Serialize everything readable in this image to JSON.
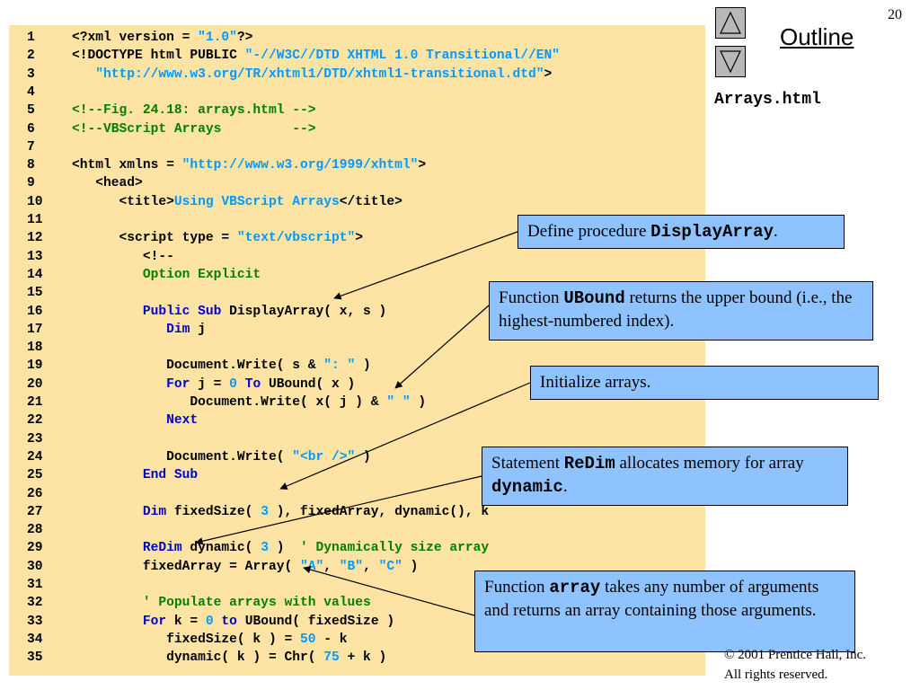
{
  "page_number": "20",
  "outline_label": "Outline",
  "file_name": "Arrays.html",
  "code_lines": [
    {
      "n": "1",
      "segs": [
        {
          "c": "k",
          "t": "<?xml version = "
        },
        {
          "c": "s",
          "t": "\"1.0\""
        },
        {
          "c": "k",
          "t": "?>"
        }
      ]
    },
    {
      "n": "2",
      "segs": [
        {
          "c": "k",
          "t": "<!DOCTYPE html PUBLIC "
        },
        {
          "c": "s",
          "t": "\"-//W3C//DTD XHTML 1.0 Transitional//EN\""
        }
      ]
    },
    {
      "n": "3",
      "segs": [
        {
          "c": "k",
          "t": "   "
        },
        {
          "c": "s",
          "t": "\"http://www.w3.org/TR/xhtml1/DTD/xhtml1-transitional.dtd\""
        },
        {
          "c": "k",
          "t": ">"
        }
      ]
    },
    {
      "n": "4",
      "segs": []
    },
    {
      "n": "5",
      "segs": [
        {
          "c": "c",
          "t": "<!--Fig. 24.18: arrays.html -->"
        }
      ]
    },
    {
      "n": "6",
      "segs": [
        {
          "c": "c",
          "t": "<!--VBScript Arrays         -->"
        }
      ]
    },
    {
      "n": "7",
      "segs": []
    },
    {
      "n": "8",
      "segs": [
        {
          "c": "k",
          "t": "<html xmlns = "
        },
        {
          "c": "s",
          "t": "\"http://www.w3.org/1999/xhtml\""
        },
        {
          "c": "k",
          "t": ">"
        }
      ]
    },
    {
      "n": "9",
      "segs": [
        {
          "c": "k",
          "t": "   <head>"
        }
      ]
    },
    {
      "n": "10",
      "segs": [
        {
          "c": "k",
          "t": "      <title>"
        },
        {
          "c": "s",
          "t": "Using VBScript Arrays"
        },
        {
          "c": "k",
          "t": "</title>"
        }
      ]
    },
    {
      "n": "11",
      "segs": []
    },
    {
      "n": "12",
      "segs": [
        {
          "c": "k",
          "t": "      <script type = "
        },
        {
          "c": "s",
          "t": "\"text/vbscript\""
        },
        {
          "c": "k",
          "t": ">"
        }
      ]
    },
    {
      "n": "13",
      "segs": [
        {
          "c": "k",
          "t": "         <!--"
        }
      ]
    },
    {
      "n": "14",
      "segs": [
        {
          "c": "c",
          "t": "         Option Explicit"
        }
      ]
    },
    {
      "n": "15",
      "segs": []
    },
    {
      "n": "16",
      "segs": [
        {
          "c": "b",
          "t": "         Public Sub"
        },
        {
          "c": "k",
          "t": " DisplayArray( x, s )"
        }
      ]
    },
    {
      "n": "17",
      "segs": [
        {
          "c": "b",
          "t": "            Dim"
        },
        {
          "c": "k",
          "t": " j"
        }
      ]
    },
    {
      "n": "18",
      "segs": []
    },
    {
      "n": "19",
      "segs": [
        {
          "c": "k",
          "t": "            Document.Write( s & "
        },
        {
          "c": "s",
          "t": "\": \""
        },
        {
          "c": "k",
          "t": " )"
        }
      ]
    },
    {
      "n": "20",
      "segs": [
        {
          "c": "b",
          "t": "            For"
        },
        {
          "c": "k",
          "t": " j = "
        },
        {
          "c": "s",
          "t": "0"
        },
        {
          "c": "b",
          "t": " To"
        },
        {
          "c": "k",
          "t": " UBound( x )"
        }
      ]
    },
    {
      "n": "21",
      "segs": [
        {
          "c": "k",
          "t": "               Document.Write( x( j ) & "
        },
        {
          "c": "s",
          "t": "\" \""
        },
        {
          "c": "k",
          "t": " )"
        }
      ]
    },
    {
      "n": "22",
      "segs": [
        {
          "c": "b",
          "t": "            Next"
        }
      ]
    },
    {
      "n": "23",
      "segs": []
    },
    {
      "n": "24",
      "segs": [
        {
          "c": "k",
          "t": "            Document.Write( "
        },
        {
          "c": "s",
          "t": "\"<br />\""
        },
        {
          "c": "k",
          "t": " )"
        }
      ]
    },
    {
      "n": "25",
      "segs": [
        {
          "c": "b",
          "t": "         End Sub"
        }
      ]
    },
    {
      "n": "26",
      "segs": []
    },
    {
      "n": "27",
      "segs": [
        {
          "c": "b",
          "t": "         Dim"
        },
        {
          "c": "k",
          "t": " fixedSize( "
        },
        {
          "c": "s",
          "t": "3"
        },
        {
          "c": "k",
          "t": " ), fixedArray, dynamic(), k"
        }
      ]
    },
    {
      "n": "28",
      "segs": []
    },
    {
      "n": "29",
      "segs": [
        {
          "c": "b",
          "t": "         ReDim"
        },
        {
          "c": "k",
          "t": " dynamic( "
        },
        {
          "c": "s",
          "t": "3"
        },
        {
          "c": "k",
          "t": " )  "
        },
        {
          "c": "c",
          "t": "' Dynamically size array"
        }
      ]
    },
    {
      "n": "30",
      "segs": [
        {
          "c": "k",
          "t": "         fixedArray = Array( "
        },
        {
          "c": "s",
          "t": "\"A\""
        },
        {
          "c": "k",
          "t": ", "
        },
        {
          "c": "s",
          "t": "\"B\""
        },
        {
          "c": "k",
          "t": ", "
        },
        {
          "c": "s",
          "t": "\"C\""
        },
        {
          "c": "k",
          "t": " )"
        }
      ]
    },
    {
      "n": "31",
      "segs": []
    },
    {
      "n": "32",
      "segs": [
        {
          "c": "c",
          "t": "         ' Populate arrays with values"
        }
      ]
    },
    {
      "n": "33",
      "segs": [
        {
          "c": "b",
          "t": "         For"
        },
        {
          "c": "k",
          "t": " k = "
        },
        {
          "c": "s",
          "t": "0"
        },
        {
          "c": "b",
          "t": " to"
        },
        {
          "c": "k",
          "t": " UBound( fixedSize )"
        }
      ]
    },
    {
      "n": "34",
      "segs": [
        {
          "c": "k",
          "t": "            fixedSize( k ) = "
        },
        {
          "c": "s",
          "t": "50"
        },
        {
          "c": "k",
          "t": " - k"
        }
      ]
    },
    {
      "n": "35",
      "segs": [
        {
          "c": "k",
          "t": "            dynamic( k ) = Chr( "
        },
        {
          "c": "s",
          "t": "75"
        },
        {
          "c": "k",
          "t": " + k )"
        }
      ]
    }
  ],
  "callouts": [
    {
      "id": "displayarray",
      "parts": [
        {
          "t": "Define procedure "
        },
        {
          "t": "DisplayArray",
          "mono": true
        },
        {
          "t": "."
        }
      ]
    },
    {
      "id": "ubound",
      "parts": [
        {
          "t": "Function "
        },
        {
          "t": "UBound",
          "mono": true
        },
        {
          "t": " returns the upper bound (i.e., the highest-numbered index)."
        }
      ]
    },
    {
      "id": "initialize",
      "parts": [
        {
          "t": "Initialize arrays."
        }
      ]
    },
    {
      "id": "redim",
      "parts": [
        {
          "t": "Statement "
        },
        {
          "t": "ReDim",
          "mono": true
        },
        {
          "t": " allocates memory for array "
        },
        {
          "t": "dynamic",
          "mono": true
        },
        {
          "t": "."
        }
      ]
    },
    {
      "id": "array",
      "parts": [
        {
          "t": "Function "
        },
        {
          "t": "array",
          "mono": true
        },
        {
          "t": " takes any number of arguments and returns an array containing those arguments."
        }
      ]
    }
  ],
  "copyright_line1": "© 2001 Prentice Hall, Inc.",
  "copyright_line2": "All rights reserved.",
  "colors": {
    "code_background": "#fee4a4",
    "callout_background": "#8fc3ff",
    "keyword": "#0000cc",
    "string": "#0099ff",
    "comment": "#007f00"
  }
}
